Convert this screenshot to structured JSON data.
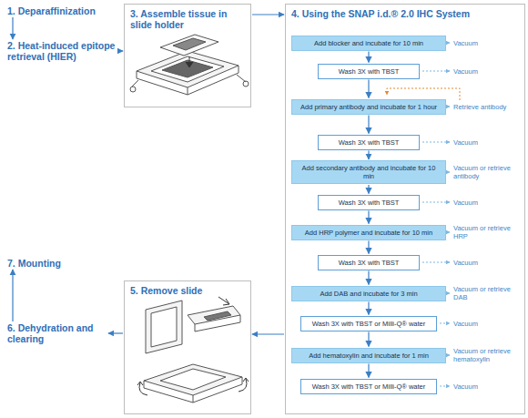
{
  "diagram": {
    "nodes": [
      {
        "text": [
          "1. Deparaffinization"
        ]
      },
      {
        "text": [
          "2. Heat-induced epitope retrieval (HIER)"
        ]
      },
      {
        "text": [
          "3. Assemble tissue in slide holder"
        ]
      },
      {
        "text": [
          "4. Using the SNAP i.d.® 2.0 IHC System"
        ]
      },
      {
        "text": [
          "Add blocker and incubate for 10 min"
        ],
        "in": 3
      },
      {
        "text": [
          "Wash 3X with TBST"
        ],
        "in": 3
      },
      {
        "text": [
          "Add primary antibody and incubate for 1 hour"
        ],
        "in": 3
      },
      {
        "text": [
          "Wash 3X with TBST"
        ],
        "in": 3
      },
      {
        "text": [
          "Add secondary antibody and incubate for 10 min"
        ],
        "in": 3
      },
      {
        "text": [
          "Wash 3X with TBST"
        ],
        "in": 3
      },
      {
        "text": [
          "Add HRP polymer and incubate for 10 min"
        ],
        "in": 3
      },
      {
        "text": [
          "Wash 3X with TBST"
        ],
        "in": 3
      },
      {
        "text": [
          "Add DAB and incubate for 3 min"
        ],
        "in": 3
      },
      {
        "text": [
          "Wash 3X with TBST or Milli-Q® water"
        ],
        "in": 3
      },
      {
        "text": [
          "Add hematoxylin and incubate for 1 min"
        ],
        "in": 3
      },
      {
        "text": [
          "Wash 3X with TBST or Milli-Q® water"
        ],
        "in": 3
      },
      {
        "text": [
          "5. Remove slide"
        ]
      },
      {
        "text": [
          "6. Dehydration and clearing"
        ]
      },
      {
        "text": [
          "7. Mounting"
        ]
      }
    ],
    "edges": [
      {
        "from": 0,
        "to": 1,
        "arrow": "to"
      },
      {
        "from": 1,
        "to": 2,
        "arrow": "to"
      },
      {
        "from": 2,
        "to": 3,
        "arrow": "to"
      },
      {
        "from": 4,
        "to": 5,
        "arrow": "to"
      },
      {
        "from": 5,
        "to": 6,
        "arrow": "to"
      },
      {
        "from": 6,
        "to": 7,
        "arrow": "to"
      },
      {
        "from": 7,
        "to": 8,
        "arrow": "to"
      },
      {
        "from": 8,
        "to": 9,
        "arrow": "to"
      },
      {
        "from": 9,
        "to": 10,
        "arrow": "to"
      },
      {
        "from": 10,
        "to": 11,
        "arrow": "to"
      },
      {
        "from": 11,
        "to": 12,
        "arrow": "to"
      },
      {
        "from": 12,
        "to": 13,
        "arrow": "to"
      },
      {
        "from": 13,
        "to": 14,
        "arrow": "to"
      },
      {
        "from": 14,
        "to": 15,
        "arrow": "to"
      },
      {
        "from": 3,
        "to": 16,
        "arrow": "to"
      },
      {
        "from": 16,
        "to": 17,
        "arrow": "to"
      },
      {
        "from": 17,
        "to": 18,
        "arrow": "to"
      }
    ],
    "labels": [
      "Vacuum",
      "Vacuum",
      "Retrieve antibody",
      "Vacuum",
      "Vacuum or retrieve antibody",
      "Vacuum",
      "Vacuum or retrieve HRP",
      "Vacuum",
      "Vacuum or retrieve DAB",
      "Vacuum",
      "Vacuum or retrieve hematoxylin",
      "Vacuum"
    ]
  }
}
